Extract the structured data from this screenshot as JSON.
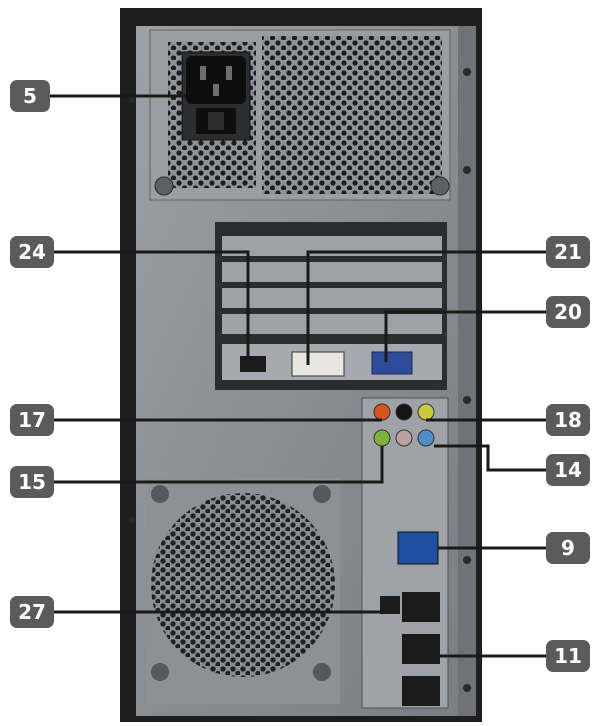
{
  "figure": {
    "colors": {
      "badge_fill": "#5b5b5b",
      "badge_text": "#ffffff",
      "leader_line": "#1a1a1a",
      "case_metal": "#8e9296",
      "case_frame": "#1e1e1e"
    },
    "callouts": [
      {
        "id": "callout-5",
        "label": "5",
        "side": "left"
      },
      {
        "id": "callout-24",
        "label": "24",
        "side": "left"
      },
      {
        "id": "callout-21",
        "label": "21",
        "side": "right"
      },
      {
        "id": "callout-20",
        "label": "20",
        "side": "right"
      },
      {
        "id": "callout-17",
        "label": "17",
        "side": "left"
      },
      {
        "id": "callout-18",
        "label": "18",
        "side": "right"
      },
      {
        "id": "callout-15",
        "label": "15",
        "side": "left"
      },
      {
        "id": "callout-14",
        "label": "14",
        "side": "right"
      },
      {
        "id": "callout-9",
        "label": "9",
        "side": "right"
      },
      {
        "id": "callout-27",
        "label": "27",
        "side": "left"
      },
      {
        "id": "callout-11",
        "label": "11",
        "side": "right"
      }
    ]
  }
}
